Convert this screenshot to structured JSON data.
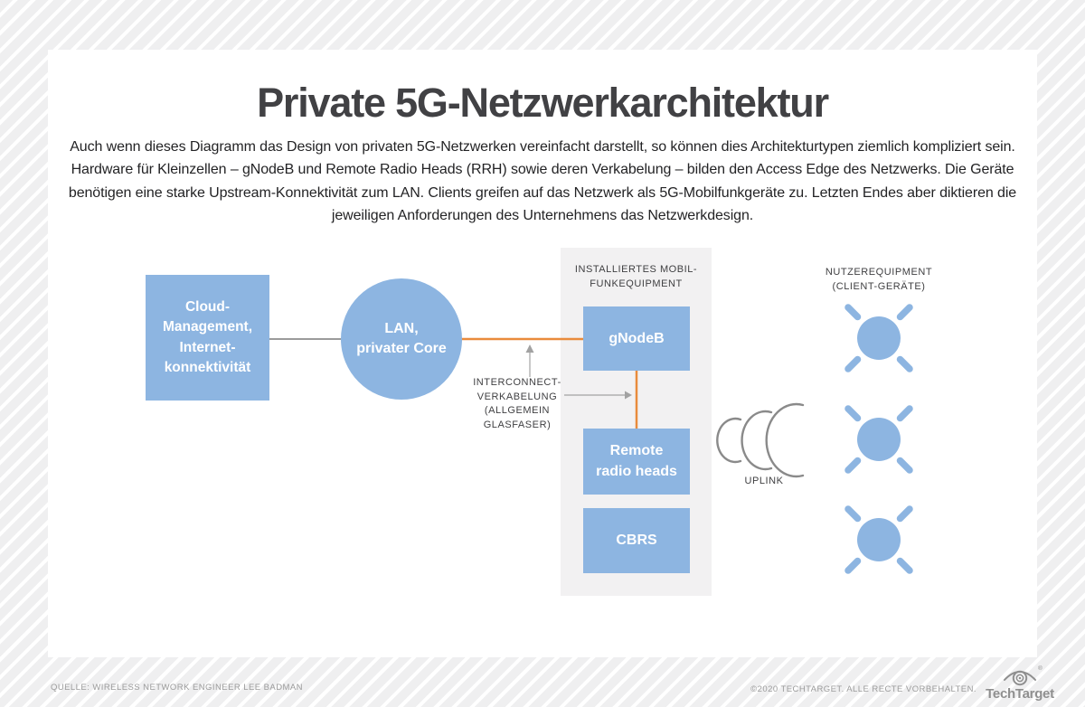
{
  "page": {
    "title": "Private 5G-Netzwerkarchitektur",
    "intro": "Auch wenn dieses Diagramm das Design von privaten 5G-Netzwerken vereinfacht darstellt, so können dies Architekturtypen ziemlich kompliziert sein. Hardware für Kleinzellen – gNodeB und Remote Radio Heads (RRH) sowie deren Verkabelung – bilden den Access Edge des Netzwerks. Die Geräte benötigen eine starke Upstream-Konnektivität zum LAN. Clients greifen auf das Netzwerk als 5G-Mobilfunkgeräte zu. Letzten Endes aber diktieren die jeweiligen Anforderungen des Unternehmens das Netzwerkdesign."
  },
  "diagram": {
    "cloud_box": {
      "label": "Cloud-\nManagement,\nInternet-\nkonnektivität"
    },
    "lan_circle": {
      "label": "LAN,\nprivater Core"
    },
    "equipment_panel": {
      "heading": "INSTALLIERTES MOBIL-\nFUNKEQUIPMENT"
    },
    "gnodeb_box": {
      "label": "gNodeB"
    },
    "rrh_box": {
      "label": "Remote\nradio heads"
    },
    "cbrs_box": {
      "label": "CBRS"
    },
    "interconnect_label": "INTERCONNECT-\nVERKABELUNG\n(ALLGEMEIN\nGLASFASER)",
    "uplink_label": "UPLINK",
    "client_heading": "NUTZEREQUIPMENT\n(CLIENT-GERÄTE)"
  },
  "colors": {
    "node_blue": "#8DB5E1",
    "connector_orange": "#E98B3C",
    "connector_gray": "#9B9B9B",
    "arc_gray": "#8A8A8A",
    "panel_gray": "#F2F1F2"
  },
  "footer": {
    "source": "QUELLE: WIRELESS NETWORK ENGINEER LEE BADMAN",
    "copyright": "©2020 TECHTARGET. ALLE RECTE VORBEHALTEN.",
    "brand": "TechTarget"
  }
}
